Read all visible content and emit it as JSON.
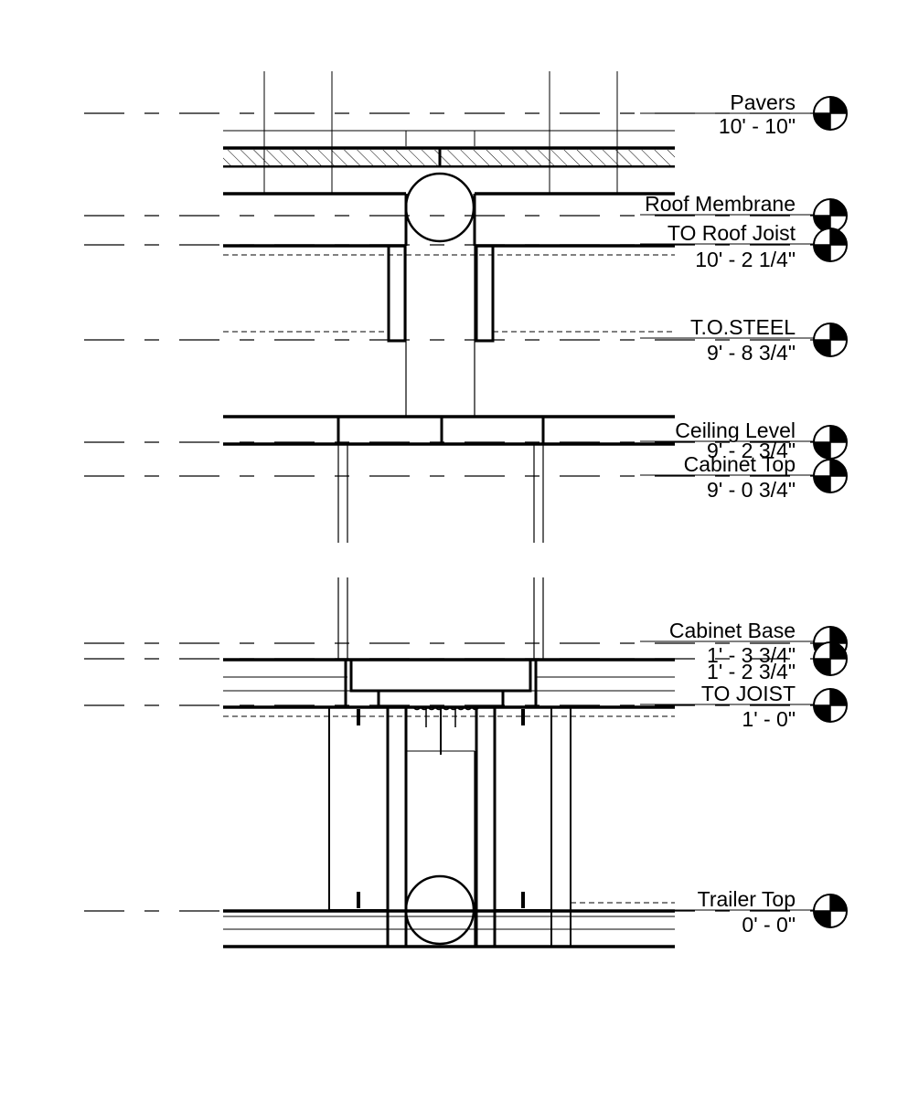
{
  "levels": [
    {
      "id": "pavers",
      "name": "Pavers",
      "elevation": "10' - 10\""
    },
    {
      "id": "roof-membrane",
      "name": "Roof Membrane",
      "elevation": ""
    },
    {
      "id": "to-roof-joist",
      "name": "TO Roof Joist",
      "elevation": "10' - 2 1/4\""
    },
    {
      "id": "to-steel",
      "name": "T.O.STEEL",
      "elevation": "9' - 8 3/4\""
    },
    {
      "id": "ceiling-level",
      "name": "Ceiling Level",
      "elevation": "9' - 2 3/4\""
    },
    {
      "id": "cabinet-top",
      "name": "Cabinet Top",
      "elevation": "9' - 0 3/4\""
    },
    {
      "id": "cabinet-base",
      "name": "Cabinet Base",
      "elevation": "1' - 3 3/4\""
    },
    {
      "id": "cabinet-base-2",
      "name": "",
      "elevation": "1' - 2 3/4\""
    },
    {
      "id": "to-joist",
      "name": "TO JOIST",
      "elevation": "1' - 0\""
    },
    {
      "id": "trailer-top",
      "name": "Trailer Top",
      "elevation": "0' - 0\""
    }
  ],
  "style": {
    "line_color": "#000000",
    "background": "#ffffff"
  },
  "icons": {
    "level_marker": "level-datum-icon"
  }
}
